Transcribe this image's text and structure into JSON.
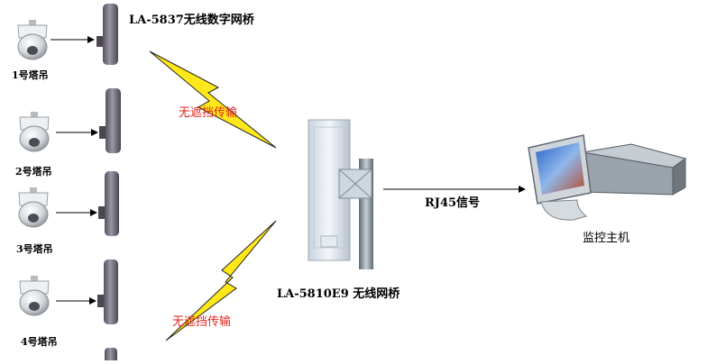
{
  "diagram": {
    "top_bridge_label": "LA-5837无线数字网桥",
    "center_bridge_label": "LA-5810E9 无线网桥",
    "link_label_upper": "无遮挡传输",
    "link_label_lower": "无遮挡传输",
    "rj45_label": "RJ45信号",
    "host_label": "监控主机",
    "cameras": [
      {
        "label": "1号塔吊"
      },
      {
        "label": "2号塔吊"
      },
      {
        "label": "3号塔吊"
      },
      {
        "label": "4号塔吊"
      }
    ],
    "colors": {
      "lightning": "#ffe81a",
      "lightning_stroke": "#222222",
      "link_text": "#e0261d",
      "antenna": "#6e6a78",
      "panel": "#dfe6ef",
      "pole": "#7c8a95"
    }
  }
}
